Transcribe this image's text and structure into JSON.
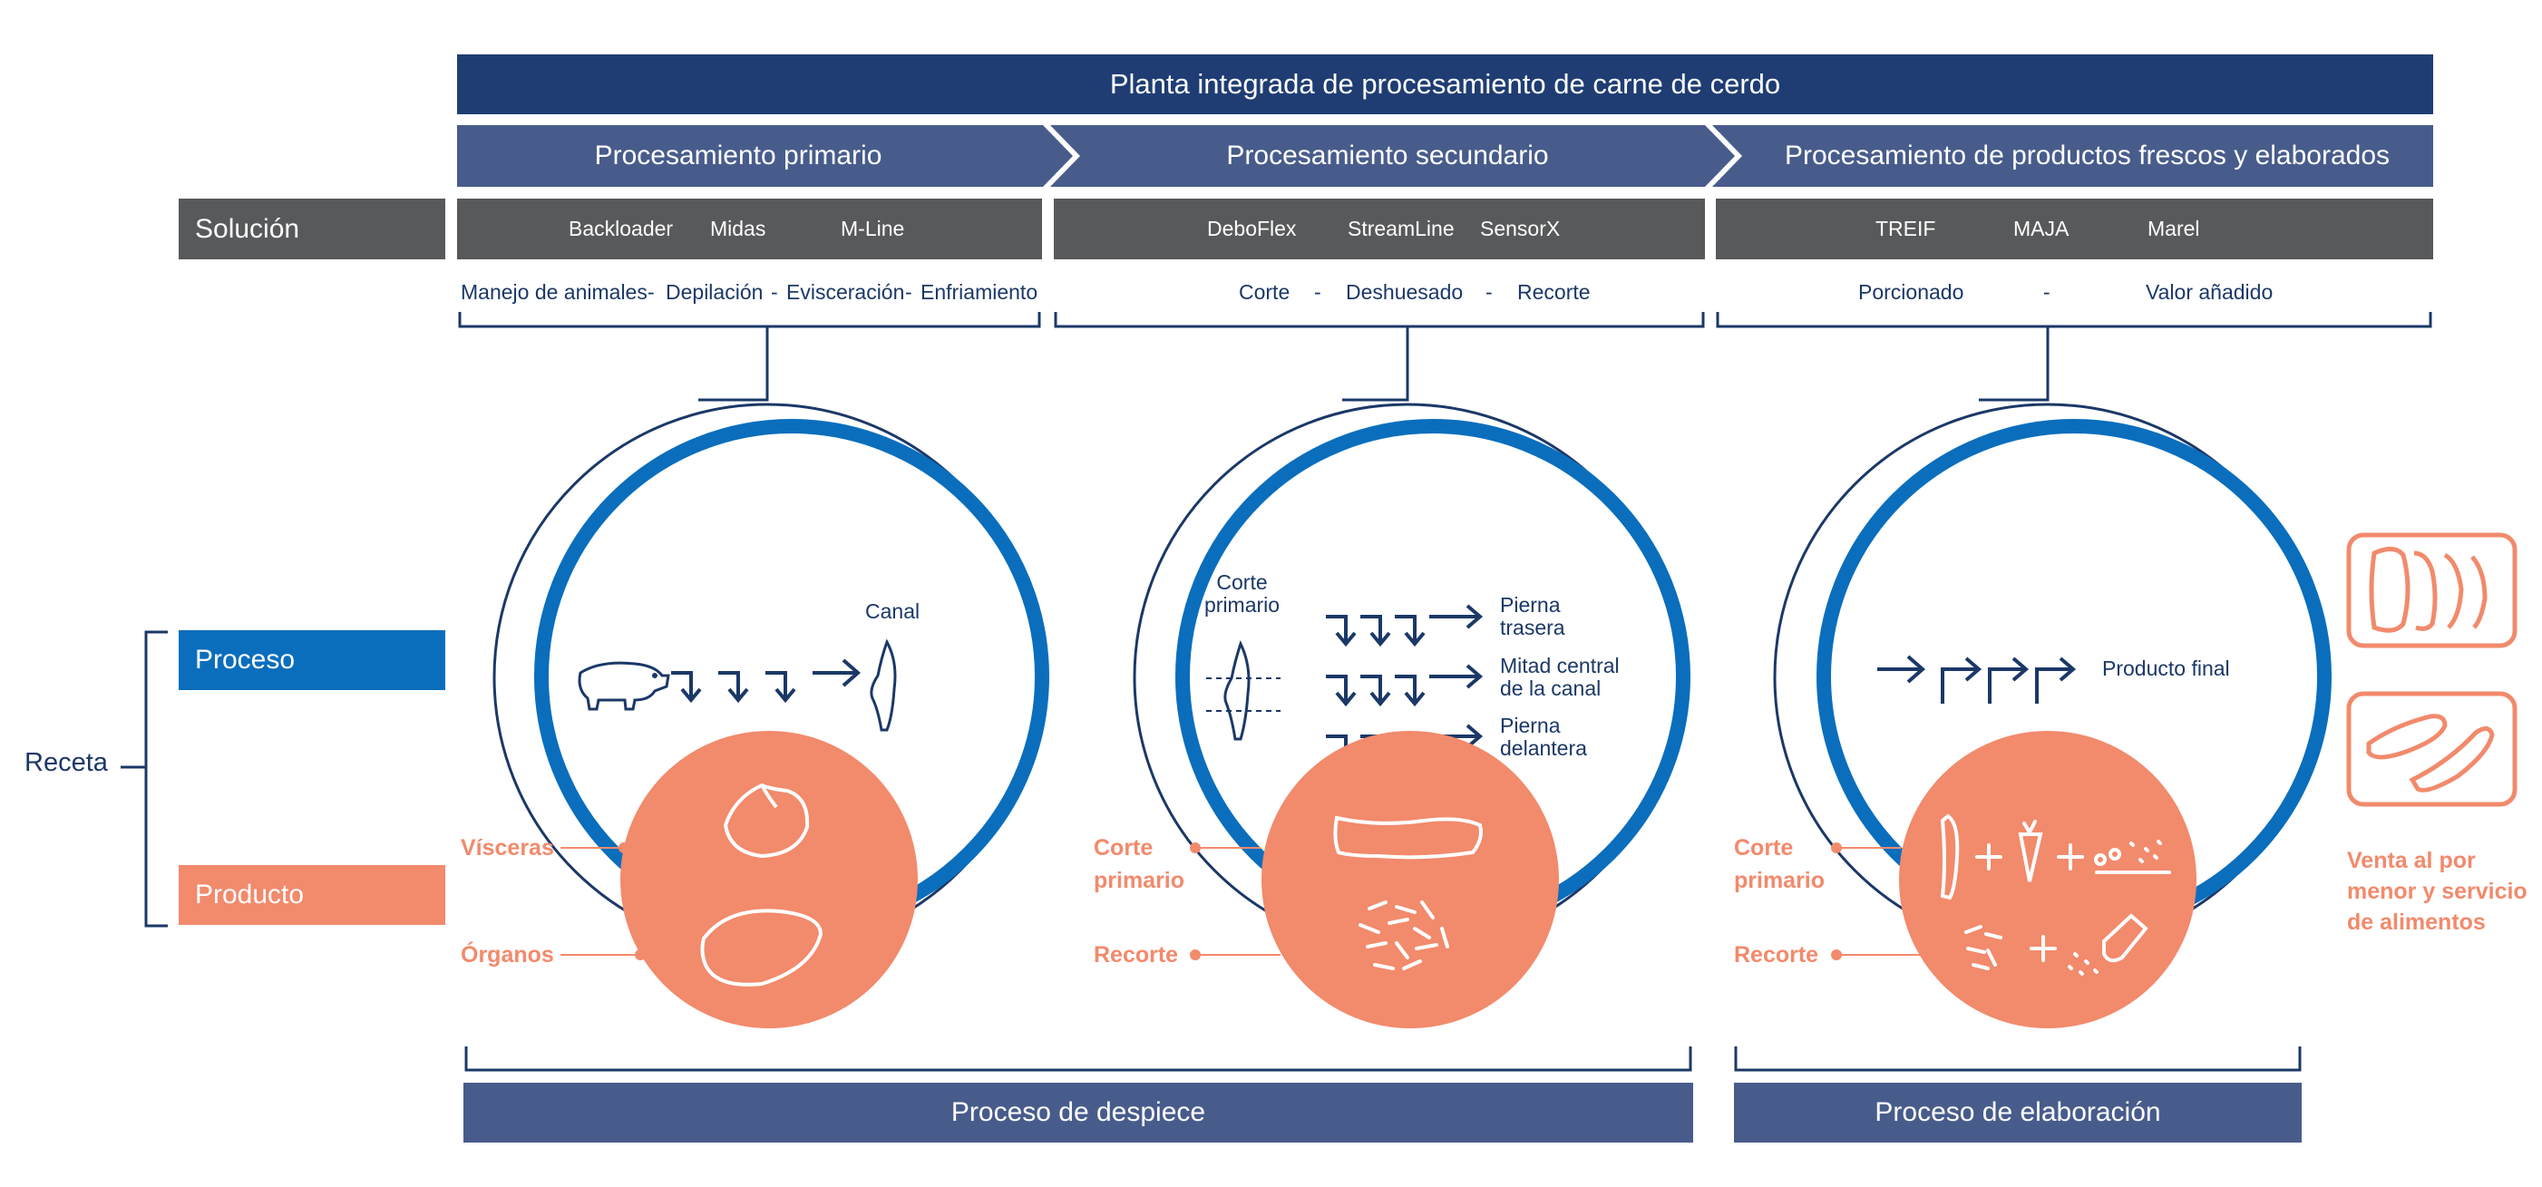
{
  "header": {
    "title": "Planta integrada de procesamiento de carne de cerdo"
  },
  "stages": [
    {
      "label": "Procesamiento primario"
    },
    {
      "label": "Procesamiento secundario"
    },
    {
      "label": "Procesamiento de productos frescos y elaborados"
    }
  ],
  "rows": {
    "solution_label": "Solución",
    "recipe_label": "Receta",
    "process_label": "Proceso",
    "product_label": "Producto"
  },
  "solutions": [
    {
      "items": [
        "Backloader",
        "Midas",
        "M-Line"
      ]
    },
    {
      "items": [
        "DeboFlex",
        "StreamLine",
        "SensorX"
      ]
    },
    {
      "items": [
        "TREIF",
        "MAJA",
        "Marel"
      ]
    }
  ],
  "steps": [
    {
      "text": [
        "Manejo de animales",
        "-",
        "Depilación",
        "-",
        "Evisceración",
        "-",
        "Enfriamiento"
      ]
    },
    {
      "text": [
        "Corte",
        "-",
        "Deshuesado",
        "-",
        "Recorte"
      ]
    },
    {
      "text": [
        "Porcionado",
        "-",
        "Valor añadido"
      ]
    }
  ],
  "diagram1": {
    "process_output": "Canal",
    "products": [
      "Vísceras",
      "Órganos"
    ]
  },
  "diagram2": {
    "input_line1": "Corte",
    "input_line2": "primario",
    "outputs": [
      {
        "line1": "Pierna",
        "line2": "trasera"
      },
      {
        "line1": "Mitad central",
        "line2": "de la canal"
      },
      {
        "line1": "Pierna",
        "line2": "delantera"
      }
    ],
    "product1_line1": "Corte",
    "product1_line2": "primario",
    "product2": "Recorte"
  },
  "diagram3": {
    "process_output": "Producto final",
    "product1_line1": "Corte",
    "product1_line2": "primario",
    "product2": "Recorte"
  },
  "retail": {
    "line1": "Venta al por",
    "line2": "menor y servicio",
    "line3": "de alimentos"
  },
  "footer": {
    "left": "Proceso de despiece",
    "right": "Proceso de elaboración"
  },
  "colors": {
    "navy": "#1f3d73",
    "slate": "#485c8c",
    "gray": "#58595b",
    "blue": "#0a6ebd",
    "coral": "#f28a6c",
    "text_navy": "#1b3867"
  }
}
